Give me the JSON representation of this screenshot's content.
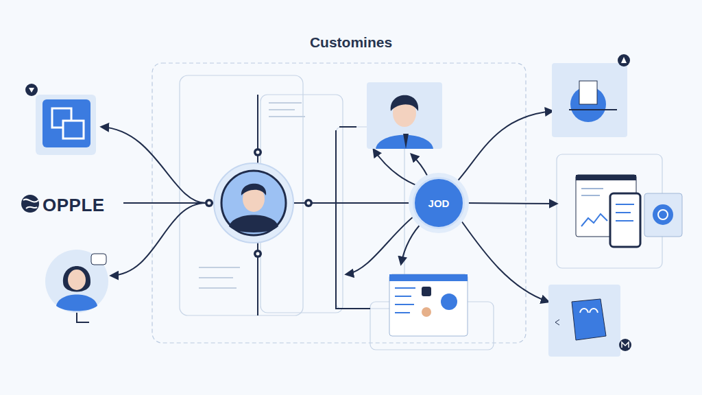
{
  "diagram": {
    "title": "Customines",
    "nodes": [
      {
        "text": [
          "JOD"
        ]
      }
    ],
    "labels": [
      "OPPLE"
    ]
  }
}
